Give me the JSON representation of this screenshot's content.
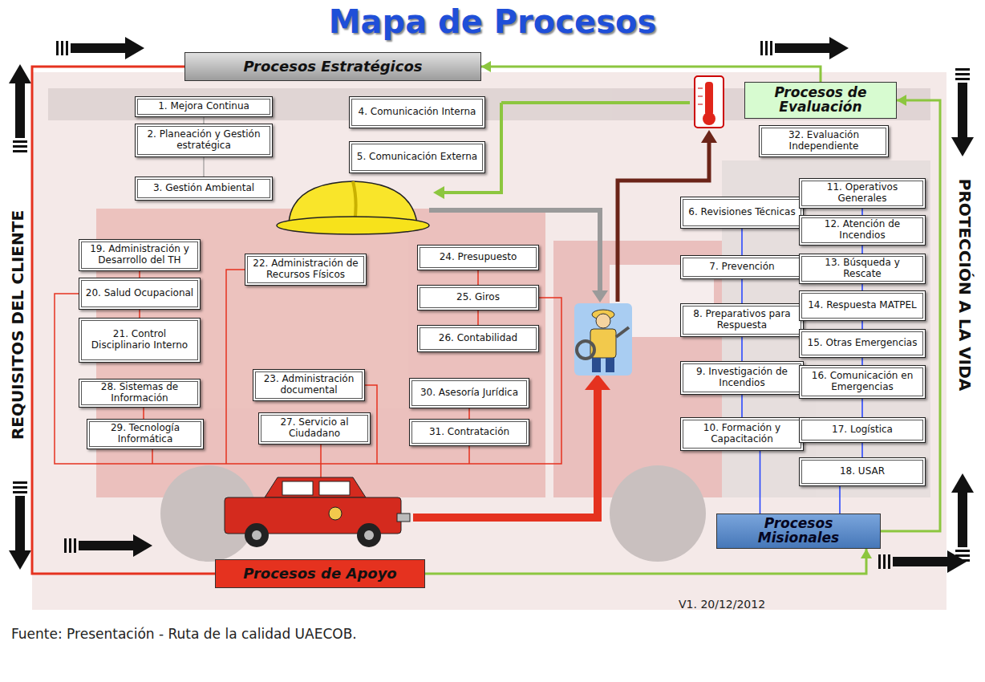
{
  "diagram": {
    "title": "Mapa de Procesos",
    "caption": "Fuente: Presentación  - Ruta de la calidad UAECOB.",
    "nodes": [
      {
        "text": [
          "Procesos Estratégicos"
        ]
      },
      {
        "text": [
          "1. Mejora Continua"
        ]
      },
      {
        "text": [
          "2. Planeación y Gestión estratégica"
        ]
      },
      {
        "text": [
          "3. Gestión Ambiental"
        ]
      },
      {
        "text": [
          "4. Comunicación Interna"
        ]
      },
      {
        "text": [
          "5. Comunicación Externa"
        ]
      },
      {
        "text": [
          "Procesos de Evaluación"
        ]
      },
      {
        "text": [
          "32. Evaluación Independiente"
        ]
      },
      {
        "text": [
          "19. Administración y Desarrollo del TH"
        ]
      },
      {
        "text": [
          "20. Salud Ocupacional"
        ]
      },
      {
        "text": [
          "21. Control Disciplinario Interno"
        ]
      },
      {
        "text": [
          "22. Administración de Recursos Físicos"
        ]
      },
      {
        "text": [
          "23. Administración documental"
        ]
      },
      {
        "text": [
          "24. Presupuesto"
        ]
      },
      {
        "text": [
          "25. Giros"
        ]
      },
      {
        "text": [
          "26. Contabilidad"
        ]
      },
      {
        "text": [
          "28. Sistemas de Información"
        ]
      },
      {
        "text": [
          "29. Tecnología Informática"
        ]
      },
      {
        "text": [
          "27. Servicio al Ciudadano"
        ]
      },
      {
        "text": [
          "30. Asesoría Jurídica"
        ]
      },
      {
        "text": [
          "31. Contratación"
        ]
      },
      {
        "text": [
          "6. Revisiones Técnicas"
        ]
      },
      {
        "text": [
          "7. Prevención"
        ]
      },
      {
        "text": [
          "8. Preparativos para Respuesta"
        ]
      },
      {
        "text": [
          "9. Investigación de Incendios"
        ]
      },
      {
        "text": [
          "10. Formación y Capacitación"
        ]
      },
      {
        "text": [
          "11. Operativos Generales"
        ]
      },
      {
        "text": [
          "12. Atención de Incendios"
        ]
      },
      {
        "text": [
          "13. Búsqueda y Rescate"
        ]
      },
      {
        "text": [
          "14. Respuesta MATPEL"
        ]
      },
      {
        "text": [
          "15. Otras Emergencias"
        ]
      },
      {
        "text": [
          "16. Comunicación en Emergencias"
        ]
      },
      {
        "text": [
          "17. Logística"
        ]
      },
      {
        "text": [
          "18. USAR"
        ]
      },
      {
        "text": [
          "Procesos Misionales"
        ]
      },
      {
        "text": [
          "Procesos de Apoyo"
        ]
      }
    ],
    "edges": [
      {
        "from": 35,
        "to": 0,
        "arrow": "none"
      },
      {
        "from": 35,
        "to": 34,
        "arrow": "to"
      },
      {
        "from": 34,
        "to": 6,
        "arrow": "to"
      },
      {
        "from": 6,
        "to": 0,
        "arrow": "to"
      },
      {
        "from": 1,
        "to": 2,
        "arrow": "none"
      },
      {
        "from": 2,
        "to": 3,
        "arrow": "none"
      },
      {
        "from": 21,
        "to": 22,
        "arrow": "none"
      },
      {
        "from": 22,
        "to": 23,
        "arrow": "none"
      },
      {
        "from": 23,
        "to": 24,
        "arrow": "none"
      },
      {
        "from": 24,
        "to": 25,
        "arrow": "none"
      },
      {
        "from": 25,
        "to": 34,
        "arrow": "none"
      },
      {
        "from": 26,
        "to": 27,
        "arrow": "none"
      },
      {
        "from": 27,
        "to": 28,
        "arrow": "none"
      },
      {
        "from": 28,
        "to": 29,
        "arrow": "none"
      },
      {
        "from": 29,
        "to": 30,
        "arrow": "none"
      },
      {
        "from": 30,
        "to": 31,
        "arrow": "none"
      },
      {
        "from": 31,
        "to": 32,
        "arrow": "none"
      },
      {
        "from": 32,
        "to": 33,
        "arrow": "none"
      },
      {
        "from": 33,
        "to": 34,
        "arrow": "none"
      },
      {
        "from": 8,
        "to": 9,
        "arrow": "none"
      },
      {
        "from": 9,
        "to": 10,
        "arrow": "none"
      },
      {
        "from": 16,
        "to": 17,
        "arrow": "none"
      },
      {
        "from": 13,
        "to": 14,
        "arrow": "none"
      },
      {
        "from": 14,
        "to": 15,
        "arrow": "none"
      },
      {
        "from": 19,
        "to": 20,
        "arrow": "none"
      }
    ],
    "labels": [
      "REQUISITOS DEL CLIENTE",
      "PROTECCIÓN A LA VIDA",
      "V1. 20/12/2012"
    ]
  }
}
